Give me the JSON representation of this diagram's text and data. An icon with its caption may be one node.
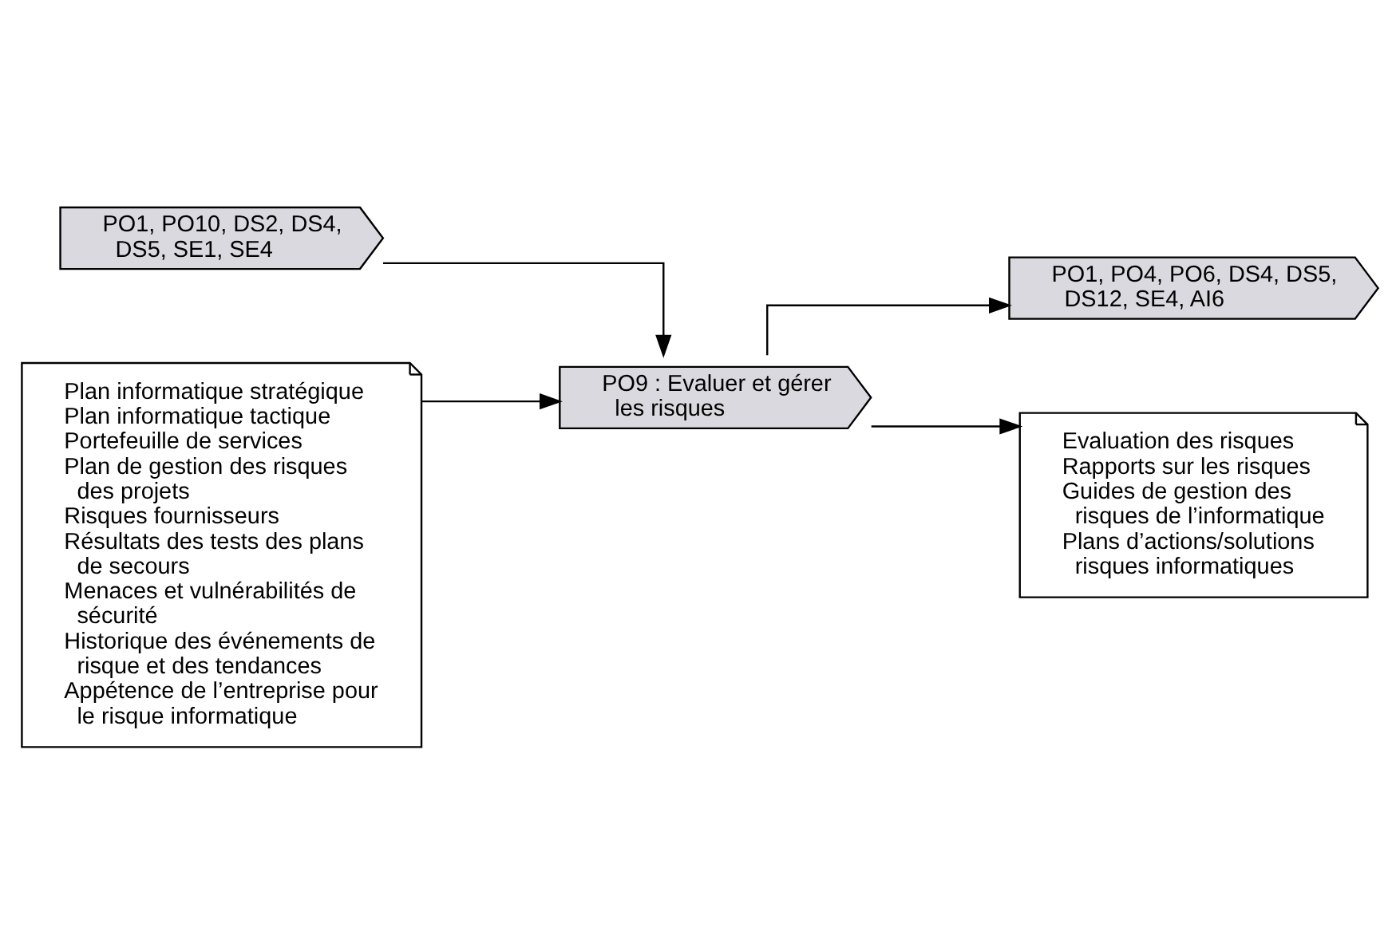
{
  "diagram": {
    "nodes": [
      {
        "text": [
          "PO1, PO10, DS2, DS4, DS5, SE1, SE4"
        ]
      },
      {
        "text": [
          "PO1, PO4, PO6, DS4, DS5, DS12, SE4, AI6"
        ]
      },
      {
        "text": [
          "PO9 : Evaluer et gérer les risques"
        ]
      },
      {
        "text": [
          "Plan informatique stratégique",
          "Plan informatique tactique",
          "Portefeuille de services",
          "Plan de gestion des risques des projets",
          "Risques fournisseurs",
          "Résultats des tests des plans de secours",
          "Menaces et vulnérabilités de sécurité",
          "Historique des événements de risque et des tendances",
          "Appétence de l’entreprise pour le risque informatique"
        ]
      },
      {
        "text": [
          "Evaluation des risques",
          "Rapports sur les risques",
          "Guides de gestion des risques de l’informatique",
          "Plans d’actions/solutions risques informatiques"
        ]
      }
    ],
    "edges": [
      {
        "from": 0,
        "to": 2,
        "arrow": "to"
      },
      {
        "from": 3,
        "to": 2,
        "arrow": "to"
      },
      {
        "from": 2,
        "to": 1,
        "arrow": "to"
      },
      {
        "from": 2,
        "to": 4,
        "arrow": "to"
      }
    ]
  }
}
